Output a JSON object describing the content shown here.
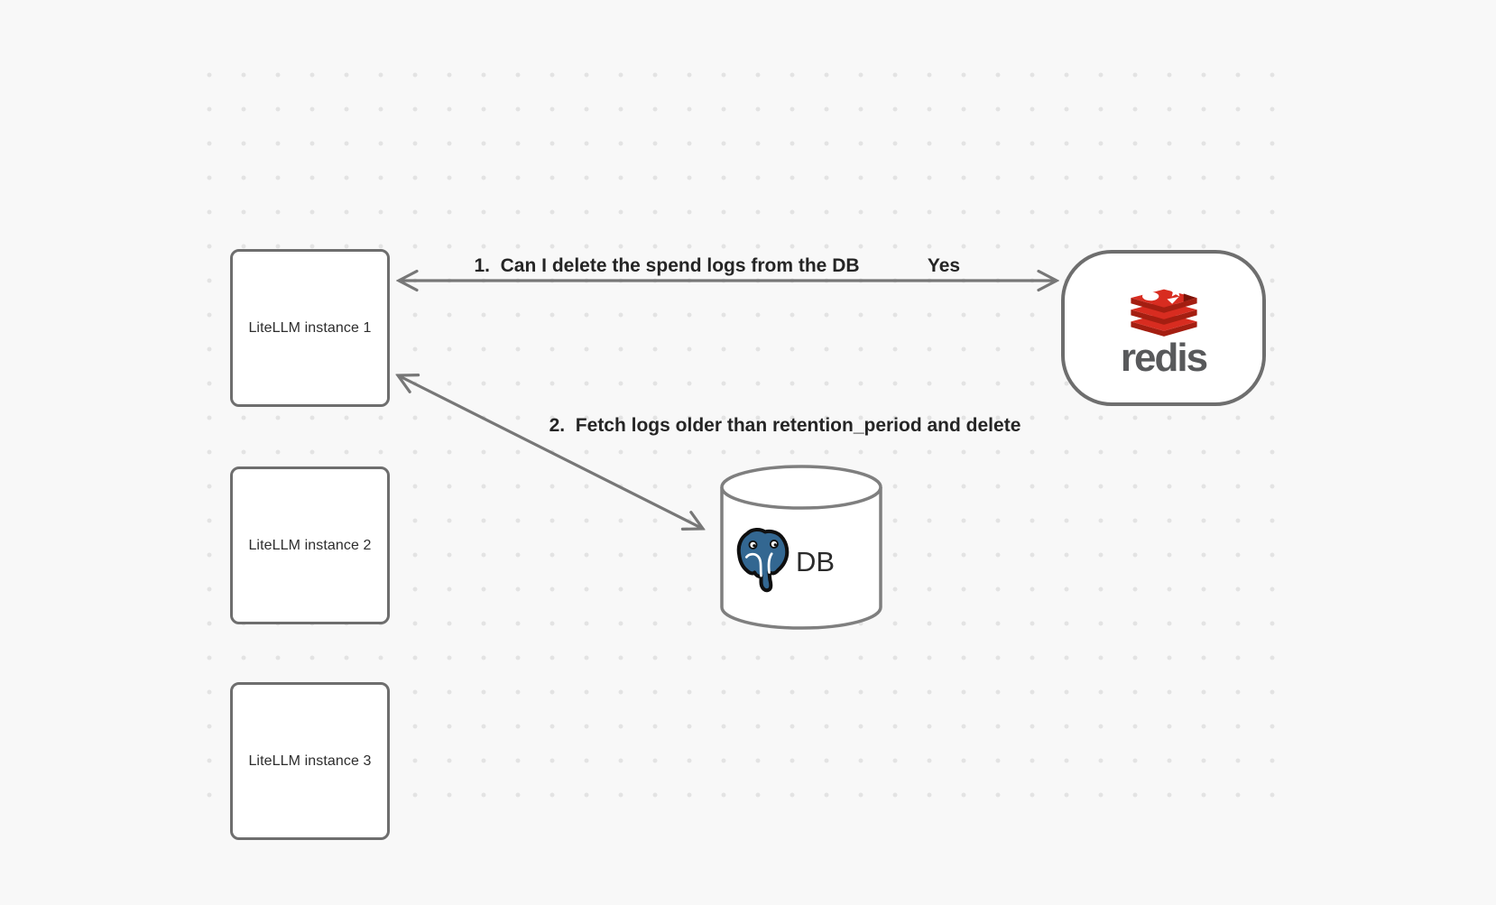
{
  "diagram": {
    "background_color": "#f8f8f8",
    "dot_color": "#e3e3e3",
    "node_border_color": "#6e6e6e",
    "node_fill_color": "#ffffff",
    "edge_color": "#777777",
    "label_color": "#252525"
  },
  "nodes": {
    "instances": [
      {
        "label": "LiteLLM instance 1"
      },
      {
        "label": "LiteLLM instance 2"
      },
      {
        "label": "LiteLLM instance 3"
      }
    ],
    "redis": {
      "wordmark": "redis",
      "icon": "redis-stack-icon",
      "red": "#d82c20",
      "red_dark": "#a41e11",
      "wordmark_color": "#58595b"
    },
    "database": {
      "label": "DB",
      "icon": "postgresql-elephant-icon",
      "blue": "#336791"
    }
  },
  "edges": [
    {
      "from": "litellm-instance-1",
      "to": "redis",
      "style": "double-headed",
      "label": "1.  Can I delete the spend logs from the DB",
      "response": "Yes"
    },
    {
      "from": "litellm-instance-1",
      "to": "db",
      "style": "double-headed",
      "label": "2.  Fetch logs older than retention_period and delete"
    }
  ]
}
